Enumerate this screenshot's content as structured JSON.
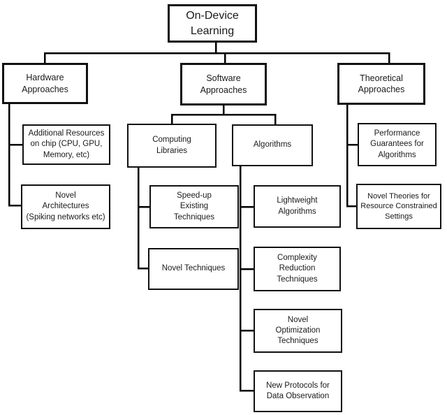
{
  "diagram_title": "On-Device Learning taxonomy",
  "colors": {
    "background": "#ffffff",
    "box_border": "#111111",
    "line": "#000000",
    "text": "#1a1a1a"
  },
  "nodes": {
    "root": "On-Device\nLearning",
    "hardware": "Hardware\nApproaches",
    "software": "Software\nApproaches",
    "theoretical": "Theoretical\nApproaches",
    "addres": "Additional Resources\non chip (CPU, GPU,\nMemory, etc)",
    "novelarch": "Novel\nArchitectures\n(Spiking networks etc)",
    "computing": "Computing\nLibraries",
    "algorithms": "Algorithms",
    "speedup": "Speed-up\nExisting\nTechniques",
    "noveltech": "Novel Techniques",
    "lightweight": "Lightweight\nAlgorithms",
    "complexity": "Complexity\nReduction\nTechniques",
    "novelopt": "Novel\nOptimization\nTechniques",
    "newprotocols": "New Protocols for\nData Observation",
    "performance": "Performance\nGuarantees for\nAlgorithms",
    "noveltheories": "Novel Theories for\nResource Constrained\nSettings"
  },
  "structure": {
    "root": [
      "hardware",
      "software",
      "theoretical"
    ],
    "hardware": [
      "addres",
      "novelarch"
    ],
    "software": [
      "computing",
      "algorithms"
    ],
    "computing": [
      "speedup",
      "noveltech"
    ],
    "algorithms": [
      "lightweight",
      "complexity",
      "novelopt",
      "newprotocols"
    ],
    "theoretical": [
      "performance",
      "noveltheories"
    ]
  }
}
